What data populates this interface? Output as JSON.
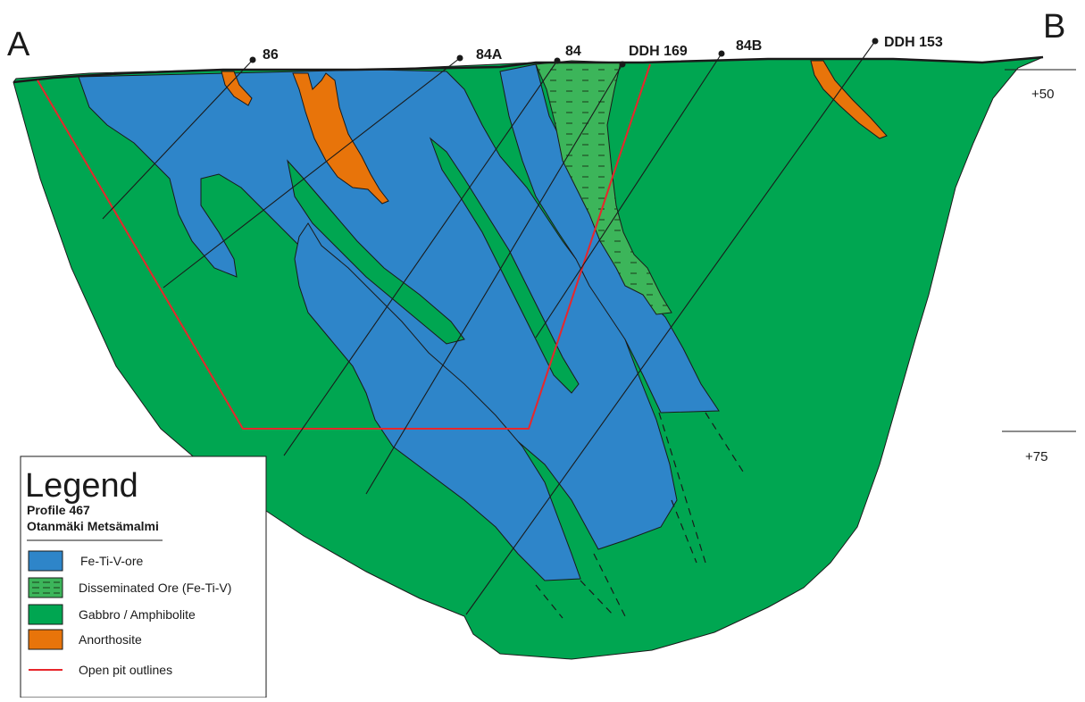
{
  "section": {
    "end_left": "A",
    "end_right": "B",
    "elevations": [
      "+50",
      "+75"
    ]
  },
  "drill_holes": [
    {
      "label": "86"
    },
    {
      "label": "84A"
    },
    {
      "label": "84"
    },
    {
      "label": "DDH 169"
    },
    {
      "label": "84B"
    },
    {
      "label": "DDH 153"
    }
  ],
  "legend": {
    "title": "Legend",
    "subtitle_1": "Profile 467",
    "subtitle_2": "Otanmäki Metsämalmi",
    "items": [
      {
        "label": "Fe-Ti-V-ore",
        "color": "#2e85c9"
      },
      {
        "label": "Disseminated Ore (Fe-Ti-V)",
        "color": "#3cb55a"
      },
      {
        "label": "Gabbro / Amphibolite",
        "color": "#00a651"
      },
      {
        "label": "Anorthosite",
        "color": "#e8740a"
      },
      {
        "label": "Open pit outlines",
        "color": "#e8262b"
      }
    ]
  },
  "colors": {
    "gabbro": "#00a651",
    "ore": "#2e85c9",
    "disseminated": "#3cb55a",
    "anorthosite": "#e8740a",
    "pit": "#e8262b"
  }
}
